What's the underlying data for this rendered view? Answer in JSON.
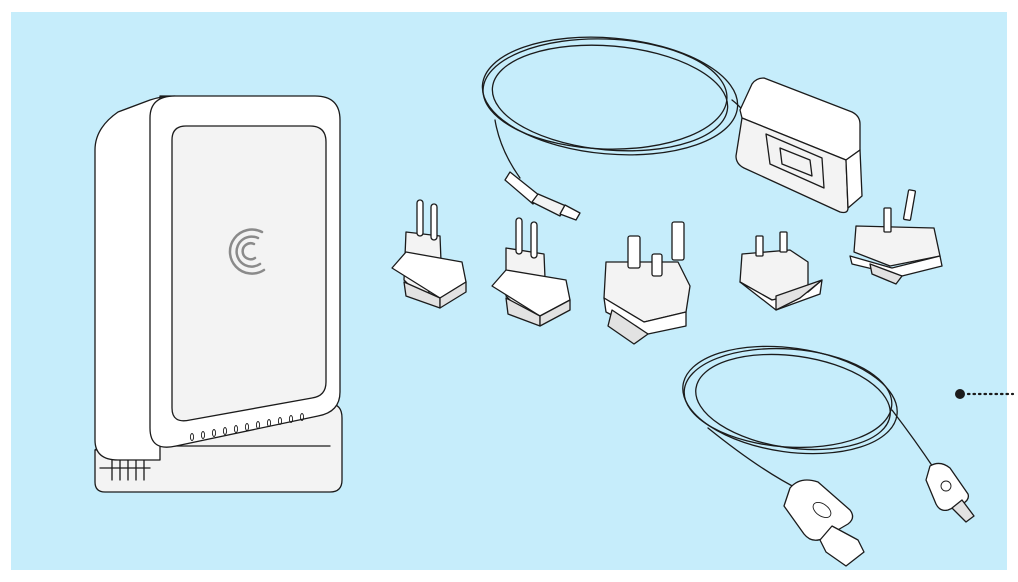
{
  "image": {
    "background_color": "#c6edfb",
    "frame_color": "#ffffff",
    "line_color": "#1b1b1b"
  },
  "components": [
    {
      "id": "drive",
      "icon": "desktop-hard-drive"
    },
    {
      "id": "adapter",
      "icon": "power-adapter-with-cable"
    },
    {
      "id": "plug-eu-1",
      "icon": "plug-eu"
    },
    {
      "id": "plug-eu-2",
      "icon": "plug-eu"
    },
    {
      "id": "plug-uk",
      "icon": "plug-uk"
    },
    {
      "id": "plug-us",
      "icon": "plug-us"
    },
    {
      "id": "plug-au",
      "icon": "plug-au"
    },
    {
      "id": "usb-cable",
      "icon": "usb-cable"
    }
  ],
  "callout": {
    "icon": "dotted-leader-line"
  }
}
